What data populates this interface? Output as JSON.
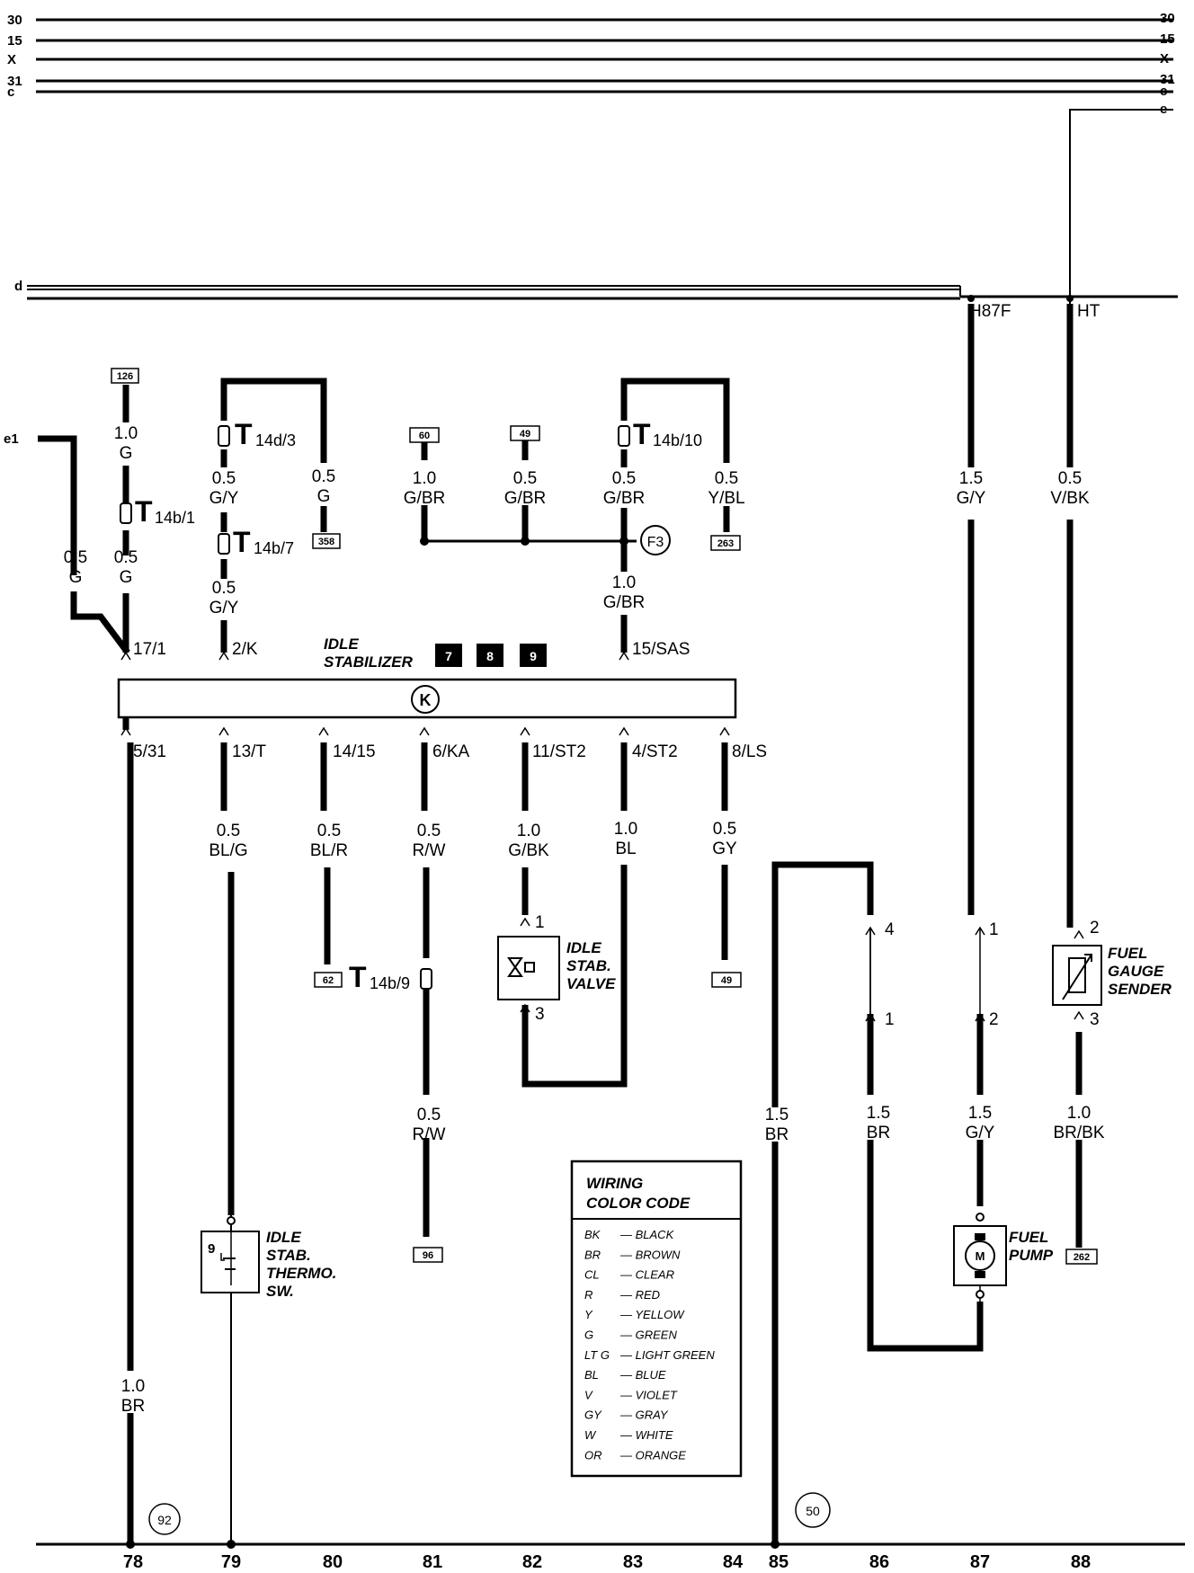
{
  "buses": {
    "b30": "30",
    "b15": "15",
    "bX": "X",
    "b31": "31",
    "bc": "c",
    "be": "e",
    "bd": "d",
    "be1": "e1"
  },
  "taps": {
    "h87f": "H87F",
    "ht": "HT"
  },
  "component": {
    "title_line1": "IDLE",
    "title_line2": "STABILIZER",
    "symbol": "K",
    "badges": [
      "7",
      "8",
      "9"
    ]
  },
  "connectors": {
    "t14d3": {
      "main": "T",
      "sub": "14d/3"
    },
    "t14b1": {
      "main": "T",
      "sub": "14b/1"
    },
    "t14b7": {
      "main": "T",
      "sub": "14b/7"
    },
    "t14b10": {
      "main": "T",
      "sub": "14b/10"
    },
    "t14b9": {
      "main": "T",
      "sub": "14b/9"
    }
  },
  "pins_top": [
    "17/1",
    "2/K",
    "15/SAS"
  ],
  "pins_bottom": [
    "5/31",
    "13/T",
    "14/15",
    "6/KA",
    "11/ST2",
    "4/ST2",
    "8/LS"
  ],
  "refboxes": {
    "r126": "126",
    "r358": "358",
    "r60": "60",
    "r49a": "49",
    "r263": "263",
    "r62": "62",
    "r49b": "49",
    "r96": "96",
    "r262": "262"
  },
  "circles": {
    "f3": "F3",
    "c92": "92",
    "c50": "50"
  },
  "wires": {
    "w1": [
      "1.0",
      "G"
    ],
    "w2": [
      "0.5",
      "G"
    ],
    "w3": [
      "0.5",
      "G"
    ],
    "w4": [
      "0.5",
      "G/Y"
    ],
    "w5": [
      "0.5",
      "G"
    ],
    "w6": [
      "0.5",
      "G/Y"
    ],
    "w7": [
      "1.0",
      "G/BR"
    ],
    "w8": [
      "0.5",
      "G/BR"
    ],
    "w9": [
      "0.5",
      "G/BR"
    ],
    "w10": [
      "0.5",
      "Y/BL"
    ],
    "w11": [
      "1.0",
      "G/BR"
    ],
    "w12": [
      "1.5",
      "G/Y"
    ],
    "w13": [
      "0.5",
      "V/BK"
    ],
    "w14": [
      "0.5",
      "BL/G"
    ],
    "w15": [
      "0.5",
      "BL/R"
    ],
    "w16": [
      "0.5",
      "R/W"
    ],
    "w17": [
      "1.0",
      "G/BK"
    ],
    "w18": [
      "1.0",
      "BL"
    ],
    "w19": [
      "0.5",
      "GY"
    ],
    "w20": [
      "0.5",
      "R/W"
    ],
    "w21": [
      "1.5",
      "BR"
    ],
    "w22": [
      "1.5",
      "BR"
    ],
    "w23": [
      "1.5",
      "G/Y"
    ],
    "w24": [
      "1.0",
      "BR/BK"
    ],
    "w25": [
      "1.0",
      "BR"
    ]
  },
  "pins_small": {
    "v1": "1",
    "v3": "3",
    "p4": "4",
    "p1a": "1",
    "p1b": "1",
    "p2b": "2",
    "s2": "2",
    "s3": "3"
  },
  "devices": {
    "idle_valve": [
      "IDLE",
      "STAB.",
      "VALVE"
    ],
    "fuel_sender": [
      "FUEL",
      "GAUGE",
      "SENDER"
    ],
    "thermo": [
      "IDLE",
      "STAB.",
      "THERMO.",
      "SW."
    ],
    "thermo_pin": "9",
    "fuel_pump": [
      "FUEL",
      "PUMP"
    ],
    "motor_symbol": "M"
  },
  "legend": {
    "title_line1": "WIRING",
    "title_line2": "COLOR CODE",
    "rows": [
      {
        "code": "BK",
        "name": "— BLACK"
      },
      {
        "code": "BR",
        "name": "— BROWN"
      },
      {
        "code": "CL",
        "name": "— CLEAR"
      },
      {
        "code": "R",
        "name": "— RED"
      },
      {
        "code": "Y",
        "name": "— YELLOW"
      },
      {
        "code": "G",
        "name": "— GREEN"
      },
      {
        "code": "LT G",
        "name": "— LIGHT GREEN"
      },
      {
        "code": "BL",
        "name": "— BLUE"
      },
      {
        "code": "V",
        "name": "— VIOLET"
      },
      {
        "code": "GY",
        "name": "— GRAY"
      },
      {
        "code": "W",
        "name": "— WHITE"
      },
      {
        "code": "OR",
        "name": "— ORANGE"
      }
    ]
  },
  "bottom_numbers": [
    "78",
    "79",
    "80",
    "81",
    "82",
    "83",
    "84",
    "85",
    "86",
    "87",
    "88"
  ]
}
